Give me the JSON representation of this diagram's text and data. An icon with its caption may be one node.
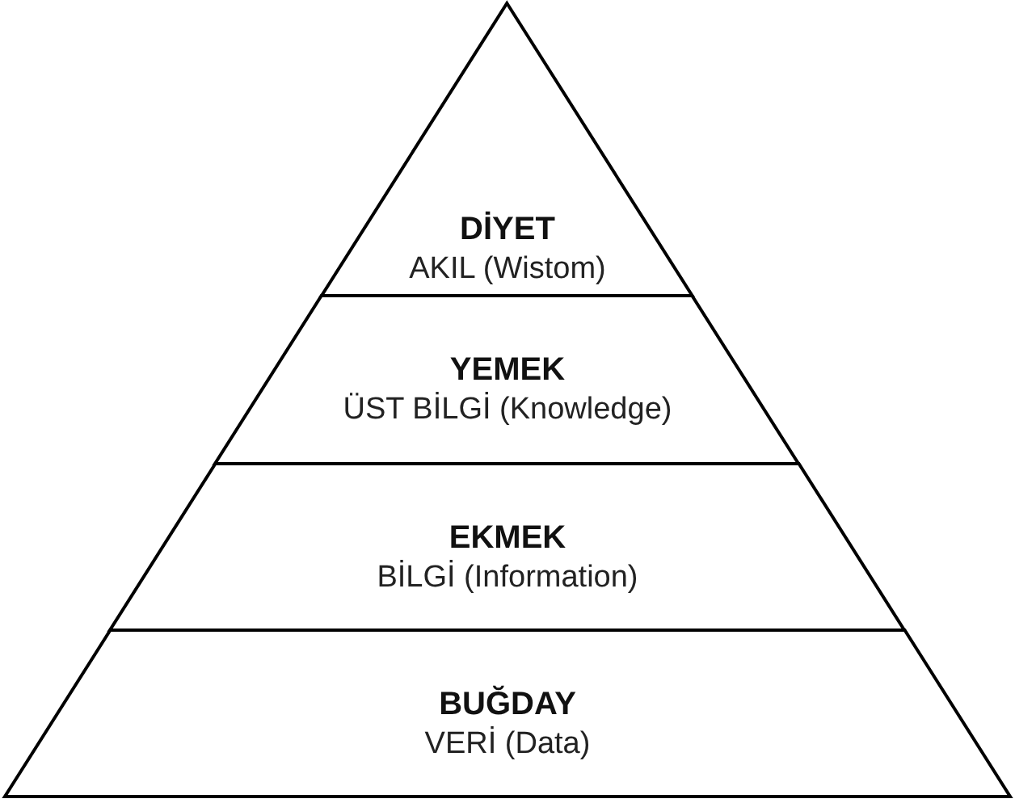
{
  "diagram": {
    "nodes": [
      {
        "text": [
          "DİYET",
          "AKIL (Wistom)"
        ]
      },
      {
        "text": [
          "YEMEK",
          "ÜST BİLGİ (Knowledge)"
        ]
      },
      {
        "text": [
          "EKMEK",
          "BİLGİ (Information)"
        ]
      },
      {
        "text": [
          "BUĞDAY",
          "VERİ (Data)"
        ]
      }
    ]
  }
}
